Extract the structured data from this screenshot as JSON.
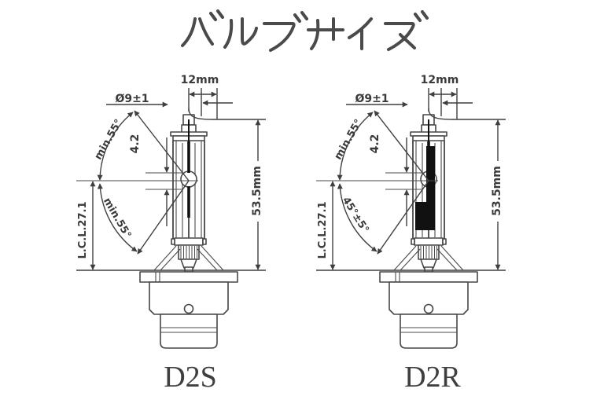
{
  "title": "バルブサイズ",
  "colors": {
    "background": "#ffffff",
    "line": "#474747",
    "label_text": "#3a3a3a",
    "shield_black": "#111111"
  },
  "diagrams": [
    {
      "caption": "D2S",
      "labels": {
        "top_width": "12mm",
        "diameter": "Ø9±1",
        "upper_angle": "min.55°",
        "electrode_gap": "4.2",
        "light_center_length": "L.C.L.27.1",
        "lower_angle": "min.55°",
        "overall_length": "53.5mm"
      }
    },
    {
      "caption": "D2R",
      "labels": {
        "top_width": "12mm",
        "diameter": "Ø9±1",
        "upper_angle": "min.55°",
        "electrode_gap": "4.2",
        "light_center_length": "L.C.L.27.1",
        "lower_angle": "45°±5°",
        "overall_length": "53.5mm"
      }
    }
  ]
}
